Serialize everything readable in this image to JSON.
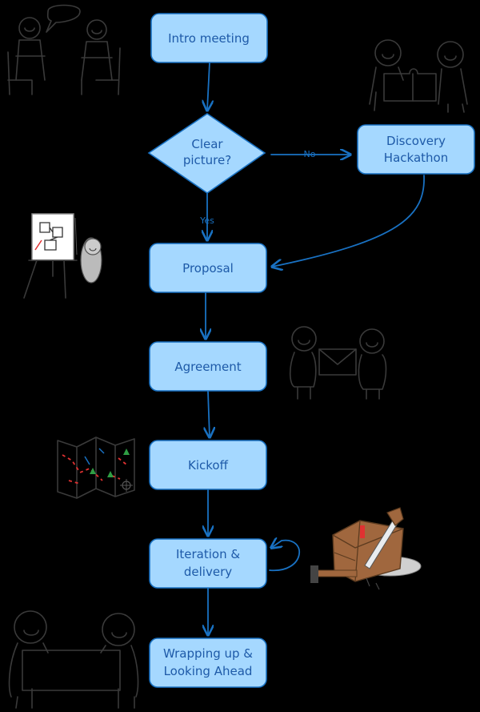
{
  "nodes": {
    "intro": "Intro meeting",
    "clear_line1": "Clear",
    "clear_line2": "picture?",
    "discovery_line1": "Discovery",
    "discovery_line2": "Hackathon",
    "proposal": "Proposal",
    "agreement": "Agreement",
    "kickoff": "Kickoff",
    "iteration_line1": "Iteration &",
    "iteration_line2": "delivery",
    "wrap_line1": "Wrapping up &",
    "wrap_line2": "Looking Ahead"
  },
  "edge_labels": {
    "no": "No",
    "yes": "Yes"
  },
  "illustrations": {
    "meeting": "two-people-talking-icon",
    "puzzle": "people-fitting-puzzle-icon",
    "whiteboard": "flipchart-presentation-icon",
    "handshake": "people-exchanging-envelope-icon",
    "map": "folded-map-icon",
    "tools": "toolbox-saw-hammer-icon",
    "banner": "people-holding-banner-icon"
  },
  "colors": {
    "node_fill": "#a5d8ff",
    "node_stroke": "#1971c2",
    "node_text": "#1e5aa8",
    "background": "#000000",
    "sketch": "#3a3a3a"
  }
}
